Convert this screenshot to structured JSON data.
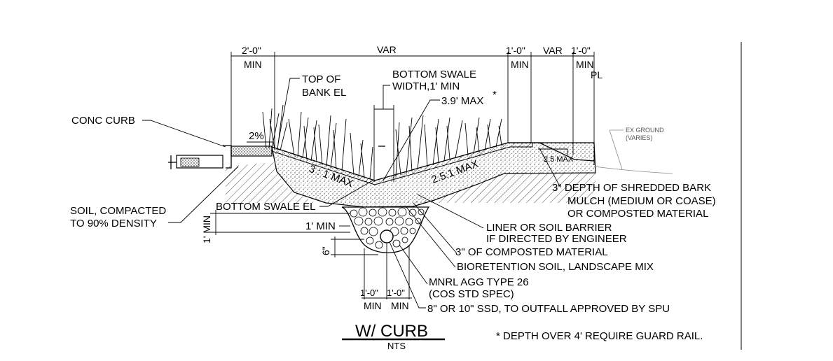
{
  "dimensions": {
    "left_width": "2'-0\"",
    "left_min": "MIN",
    "var_main": "VAR",
    "right_width_1": "1'-0\"",
    "right_min_1": "MIN",
    "var_right": "VAR",
    "right_width_2": "1'-0\"",
    "right_min_2": "MIN",
    "property_line": "PL",
    "bottom_left_width": "1'-0\"",
    "bottom_right_width": "1'-0\"",
    "bottom_left_min": "MIN",
    "bottom_right_min": "MIN",
    "depth_1min": "1' MIN",
    "depth_6": "6\""
  },
  "labels": {
    "top_of_bank_1": "TOP OF",
    "top_of_bank_2": "BANK EL",
    "bottom_swale_width_1": "BOTTOM SWALE",
    "bottom_swale_width_2": "WIDTH,1' MIN",
    "max_depth": "3.9' MAX",
    "asterisk": "*",
    "conc_curb": "CONC CURB",
    "slope_2pct": "2%",
    "slope_left": "3 : 1 MAX",
    "slope_right": "2.5:1 MAX",
    "slope_far_right": "2.5 MAX",
    "ex_ground_1": "EX GROUND",
    "ex_ground_2": "(VARIES)",
    "bark_1": "3\" DEPTH OF SHREDDED BARK",
    "bark_2": "MULCH (MEDIUM OR COASE)",
    "bark_3": "OR COMPOSTED MATERIAL",
    "soil_1": "SOIL, COMPACTED",
    "soil_2": "TO 90% DENSITY",
    "bottom_swale_el": "BOTTOM SWALE EL",
    "one_min": "1' MIN",
    "liner_1": "LINER OR SOIL BARRIER",
    "liner_2": "IF DIRECTED BY ENGINEER",
    "composted": "3\" OF COMPOSTED MATERIAL",
    "bioretention": "BIORETENTION SOIL, LANDSCAPE MIX",
    "mnrl_1": "MNRL AGG TYPE 26",
    "mnrl_2": "(COS STD SPEC)",
    "ssd": "8\" OR 10\" SSD, TO OUTFALL APPROVED BY SPU"
  },
  "title": "W/ CURB",
  "scale": "NTS",
  "note": "* DEPTH OVER 4' REQUIRE GUARD RAIL."
}
